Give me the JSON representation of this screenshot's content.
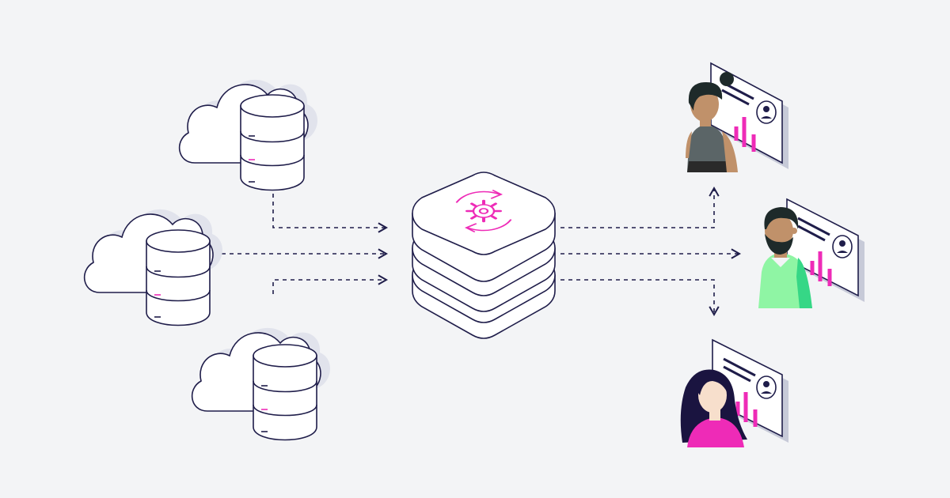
{
  "colors": {
    "background": "#f3f4f6",
    "outline": "#1f1d4a",
    "accent": "#ee2bb7",
    "cloud_shadow": "#e1e3ec",
    "card_shadow": "#c7cad8",
    "white": "#ffffff",
    "person_green": "#8ff5a4",
    "person_green_dark": "#36d786",
    "person_gray": "#5b6567",
    "skin_tan": "#c0916a",
    "skin_light": "#f7dfcc"
  },
  "nodes": {
    "sources": [
      {
        "name": "cloud-database-source-1"
      },
      {
        "name": "cloud-database-source-2"
      },
      {
        "name": "cloud-database-source-3"
      }
    ],
    "hub": {
      "name": "central-processing-stack",
      "icon": "sync-gear-icon"
    },
    "consumers": [
      {
        "name": "user-woman-bun",
        "icon": "profile-dashboard-card"
      },
      {
        "name": "user-man-beard",
        "icon": "profile-dashboard-card"
      },
      {
        "name": "user-woman-long-hair",
        "icon": "profile-dashboard-card"
      }
    ]
  },
  "edges": [
    {
      "from": "cloud-database-source-1",
      "to": "central-processing-stack",
      "style": "dashed-arrow"
    },
    {
      "from": "cloud-database-source-2",
      "to": "central-processing-stack",
      "style": "dashed-arrow"
    },
    {
      "from": "cloud-database-source-3",
      "to": "central-processing-stack",
      "style": "dashed-arrow"
    },
    {
      "from": "central-processing-stack",
      "to": "user-woman-bun",
      "style": "dashed-arrow"
    },
    {
      "from": "central-processing-stack",
      "to": "user-man-beard",
      "style": "dashed-arrow"
    },
    {
      "from": "central-processing-stack",
      "to": "user-woman-long-hair",
      "style": "dashed-arrow"
    }
  ]
}
